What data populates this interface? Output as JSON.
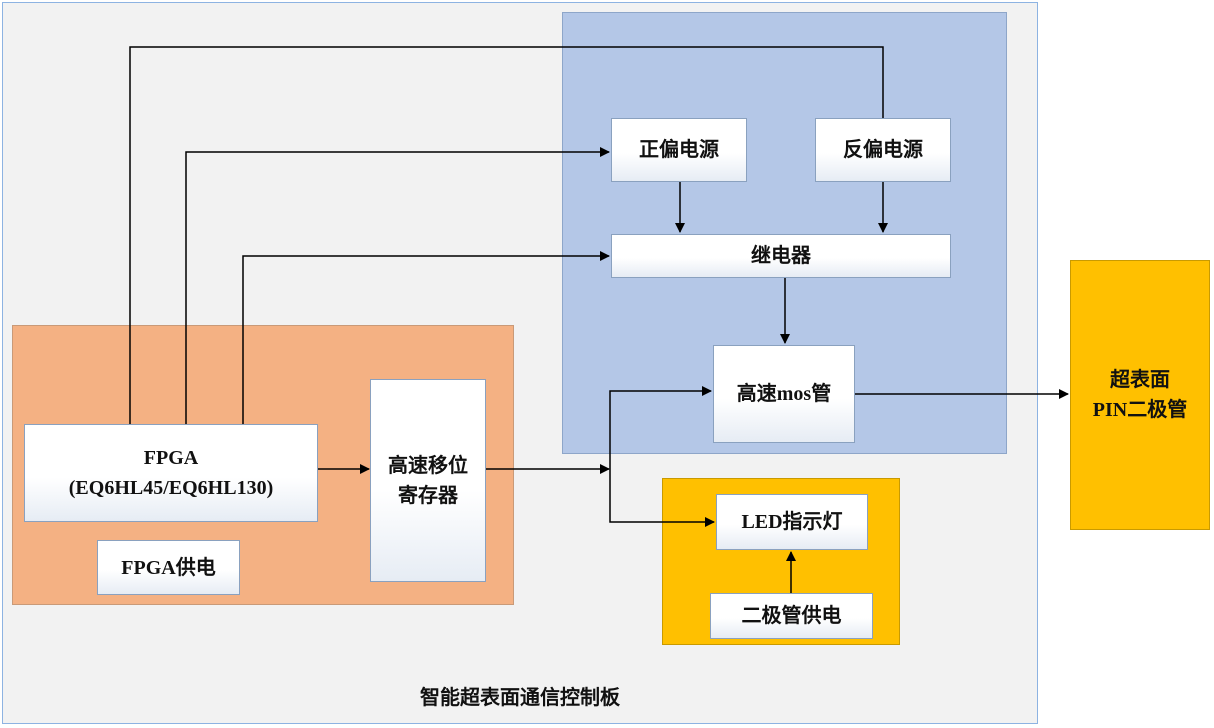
{
  "board": {
    "title": "智能超表面通信控制板"
  },
  "fpga": {
    "line1": "FPGA",
    "line2": "(EQ6HL45/EQ6HL130)"
  },
  "fpga_power": "FPGA供电",
  "shift_register": {
    "line1": "高速移位",
    "line2": "寄存器"
  },
  "forward_bias": "正偏电源",
  "reverse_bias": "反偏电源",
  "relay": "继电器",
  "mos": "高速mos管",
  "led": "LED指示灯",
  "diode_power": "二极管供电",
  "pin_diode": {
    "line1": "超表面",
    "line2": "PIN二极管"
  },
  "colors": {
    "board_bg": "#f2f2f2",
    "board_border": "#8db3e2",
    "fpga_region": "#f4b183",
    "power_region": "#b4c7e7",
    "led_region": "#ffc000",
    "pin_region": "#ffc000"
  }
}
